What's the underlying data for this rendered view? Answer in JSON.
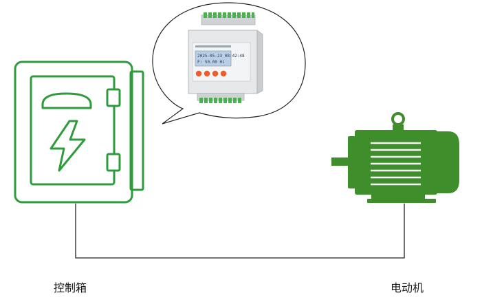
{
  "labels": {
    "control_box": "控制箱",
    "motor": "电动机"
  },
  "device": {
    "lcd_line1": "2025-05-23 08:42:48",
    "lcd_line2": "F: 50.00 Hz"
  },
  "colors": {
    "green": "#2e9b3c",
    "motor_green": "#3e8e2c",
    "button_orange": "#f25c2b",
    "terminal_green": "#4caf50",
    "wire": "#222222"
  },
  "icons": {
    "control_box": "control-box-icon",
    "lightning": "lightning-icon",
    "motor": "motor-icon",
    "meter": "power-meter-device"
  }
}
